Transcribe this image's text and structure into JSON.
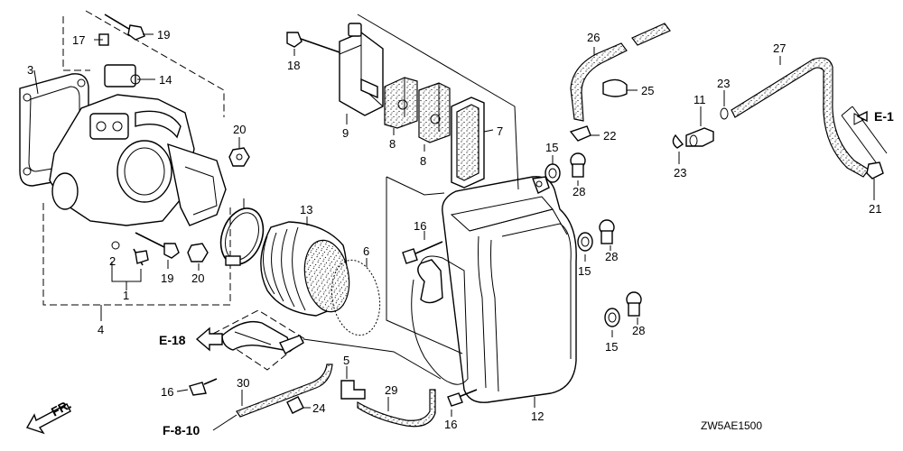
{
  "diagram": {
    "drawing_code": "ZW5AE1500",
    "front_label": "FR.",
    "callouts": {
      "c1": "1",
      "c2": "2",
      "c3": "3",
      "c4": "4",
      "c5": "5",
      "c6": "6",
      "c7": "7",
      "c8a": "8",
      "c8b": "8",
      "c9": "9",
      "c11": "11",
      "c12": "12",
      "c13": "13",
      "c14": "14",
      "c15a": "15",
      "c15b": "15",
      "c15c": "15",
      "c16a": "16",
      "c16b": "16",
      "c16c": "16",
      "c17": "17",
      "c18": "18",
      "c19a": "19",
      "c19b": "19",
      "c20a": "20",
      "c20b": "20",
      "c21": "21",
      "c22": "22",
      "c23a": "23",
      "c23b": "23",
      "c24": "24",
      "c25": "25",
      "c26": "26",
      "c27": "27",
      "c28a": "28",
      "c28b": "28",
      "c28c": "28",
      "c29": "29",
      "c30": "30"
    },
    "references": {
      "e1": "E-1",
      "e18": "E-18",
      "f810": "F-8-10"
    }
  }
}
